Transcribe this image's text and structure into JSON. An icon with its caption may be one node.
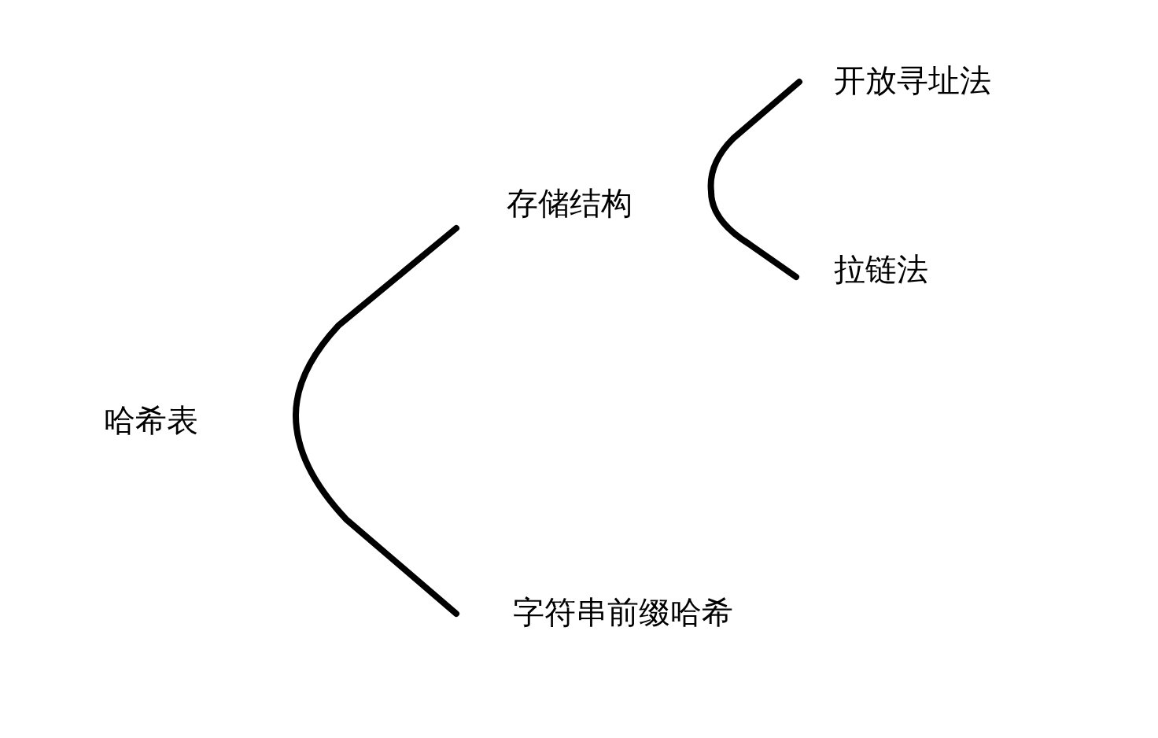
{
  "diagram": {
    "nodes": [
      {
        "text": [
          "哈希表"
        ]
      },
      {
        "text": [
          "存储结构"
        ]
      },
      {
        "text": [
          "字符串前缀哈希"
        ]
      },
      {
        "text": [
          "开放寻址法"
        ]
      },
      {
        "text": [
          "拉链法"
        ]
      }
    ],
    "edges": [
      {
        "from": 0,
        "to": 1,
        "arrow": "none"
      },
      {
        "from": 0,
        "to": 2,
        "arrow": "none"
      },
      {
        "from": 1,
        "to": 3,
        "arrow": "none"
      },
      {
        "from": 1,
        "to": 4,
        "arrow": "none"
      }
    ]
  }
}
